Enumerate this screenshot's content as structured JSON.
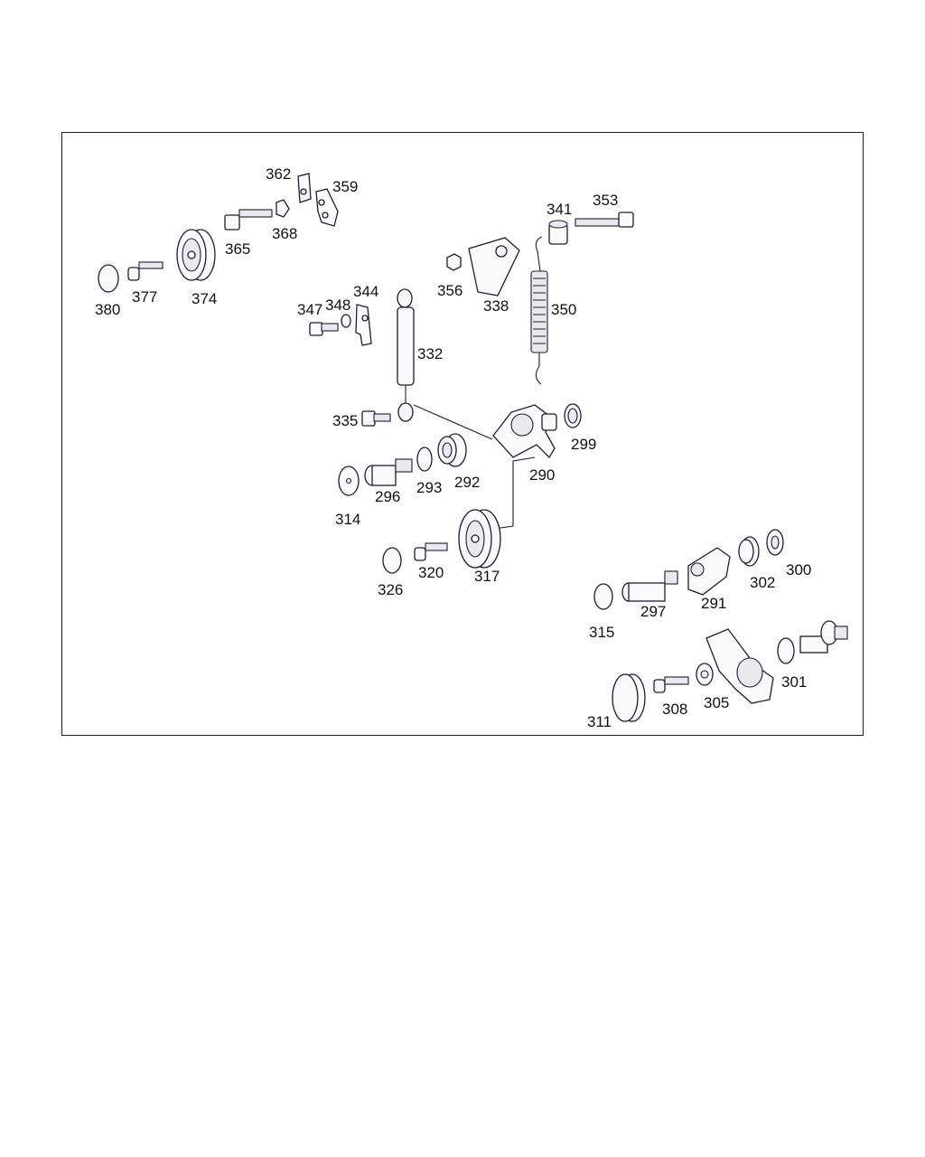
{
  "diagram": {
    "part_numbers": {
      "p362": "362",
      "p359": "359",
      "p365": "365",
      "p368": "368",
      "p380": "380",
      "p377": "377",
      "p374": "374",
      "p341": "341",
      "p353": "353",
      "p356": "356",
      "p338": "338",
      "p350": "350",
      "p347": "347",
      "p348": "348",
      "p344": "344",
      "p332": "332",
      "p335": "335",
      "p299": "299",
      "p290": "290",
      "p292": "292",
      "p293": "293",
      "p296": "296",
      "p314": "314",
      "p326": "326",
      "p320": "320",
      "p317": "317",
      "p300": "300",
      "p302": "302",
      "p291": "291",
      "p297": "297",
      "p315": "315",
      "p301": "301",
      "p305": "305",
      "p308": "308",
      "p311": "311"
    },
    "colors": {
      "ink": "#1c1c3a",
      "frame": "#1a1a2e",
      "background": "#ffffff"
    }
  }
}
